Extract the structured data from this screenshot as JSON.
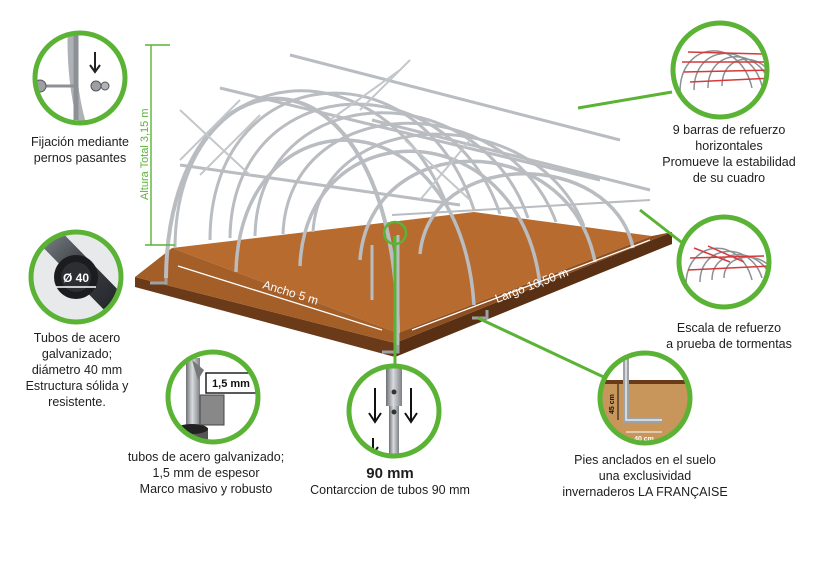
{
  "colors": {
    "accent_green": "#5bb335",
    "soil": "#b86b2e",
    "soil_dark": "#6b3a18",
    "steel": "#b9bcc0",
    "reinforce_red": "#d43a3a"
  },
  "dimensions": {
    "height": "Altura Total 3,15 m",
    "width": "Ancho 5 m",
    "length": "Largo 10,50 m"
  },
  "callouts": {
    "bolts": {
      "lines": [
        "Fijación mediante",
        "pernos pasantes"
      ]
    },
    "tube": {
      "badge": "Ø 40",
      "lines": [
        "Tubos de acero",
        "galvanizado;",
        "diámetro 40 mm",
        "Estructura sólida y",
        "resistente."
      ]
    },
    "thickness": {
      "badge": "1,5 mm",
      "lines": [
        "tubos de acero galvanizado;",
        "1,5 mm de espesor",
        "Marco masivo y robusto"
      ]
    },
    "contraction": {
      "title": "90 mm",
      "line": "Contarccion de tubos 90 mm"
    },
    "anchors": {
      "depth": "45 cm",
      "width": "40 cm",
      "lines": [
        "Pies anclados en el suelo",
        "una exclusividad",
        "invernaderos LA FRANÇAISE"
      ]
    },
    "storm": {
      "lines": [
        "Escala de refuerzo",
        "a prueba de tormentas"
      ]
    },
    "bars": {
      "lines": [
        "9 barras de refuerzo",
        "horizontales",
        "Promueve la estabilidad",
        "de su cuadro"
      ]
    }
  }
}
